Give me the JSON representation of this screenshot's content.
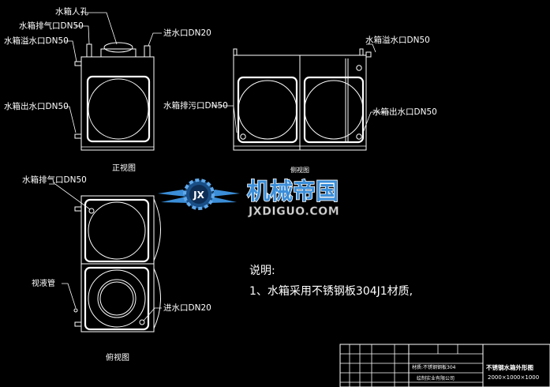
{
  "front_view": {
    "title": "正视图",
    "labels": {
      "manhole": "水箱人孔",
      "vent": "水箱排气口DN50",
      "overflow": "水箱溢水口DN50",
      "inlet": "进水口DN20",
      "outlet": "水箱出水口DN50"
    }
  },
  "side_view": {
    "title": "侧视图",
    "labels": {
      "overflow": "水箱溢水口DN50",
      "drain": "水箱排污口DN50",
      "outlet": "水箱出水口DN50"
    }
  },
  "top_view": {
    "title": "俯视图",
    "labels": {
      "vent": "水箱排气口DN50",
      "sight_glass": "视液管",
      "inlet": "进水口DN20"
    }
  },
  "watermark": {
    "cn": "机械帝国",
    "en": "JXDIGUO.COM",
    "badge": "JX"
  },
  "notes": {
    "heading": "说明:",
    "line1": "1、水箱采用不锈钢板304J1材质,"
  },
  "title_block": {
    "drawing_name": "不锈钢水箱外形图",
    "dimensions": "2000×1000×1000",
    "material_row": "材质:不锈钢钢板304",
    "company_row": "绘制实业有限公司"
  },
  "colors": {
    "background": "#000000",
    "lines": "#ffffff",
    "logo_blue": "#3b8ed8"
  }
}
